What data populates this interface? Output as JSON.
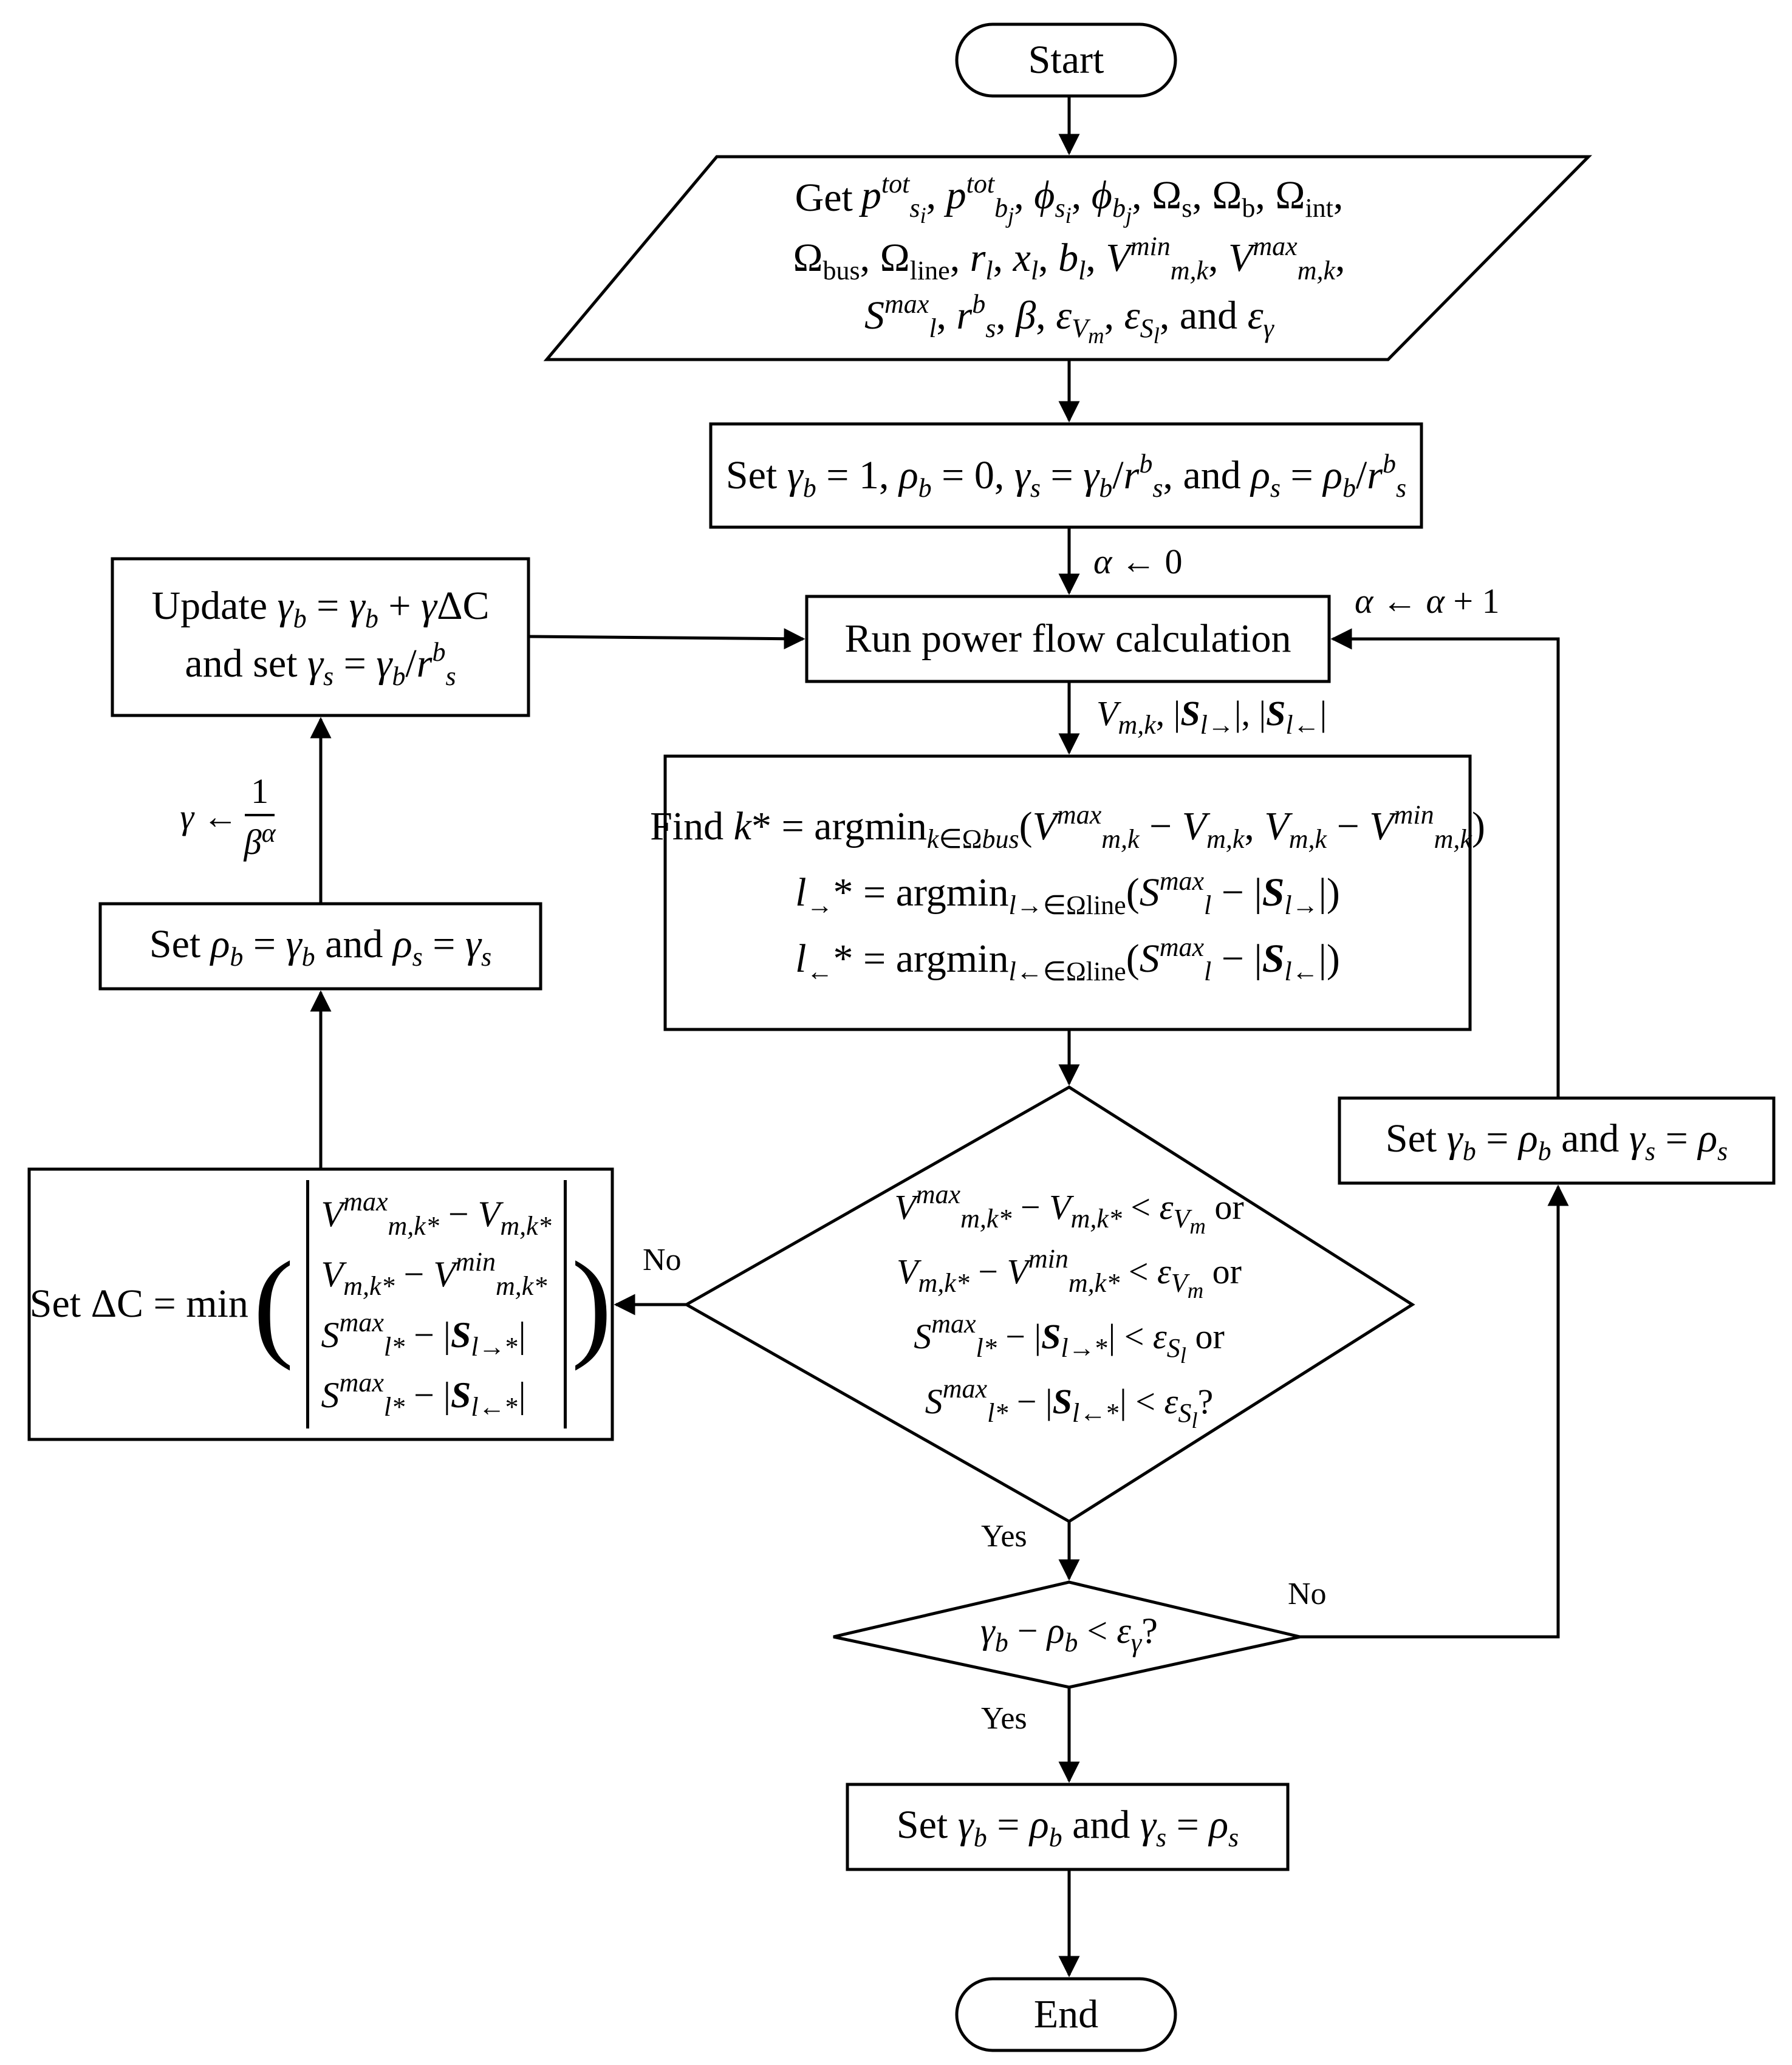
{
  "nodes": {
    "start": "Start",
    "get_prefix": "Get",
    "get_line1": "p_si^tot , p_bj^tot , ϕ_si , ϕ_bj , Ω_s, Ω_b, Ω_int,",
    "get_line2": "Ω_bus, Ω_line, r_l, x_l, b_l, V_m,k^min, V_m,k^max,",
    "get_line3": "S_l^max, r_s^b, β, ε_Vm, ε_Sl, and ε_γ",
    "set_init": "Set γ_b = 1, ρ_b = 0, γ_s = γ_b/r_s^b, and ρ_s = ρ_b/r_s^b",
    "run_pf": "Run power flow calculation",
    "find_line1": "Find k* = argmin_(k∈Ω_bus)(V_m,k^max − V_m,k, V_m,k − V_m,k^min)",
    "find_line2": "l→* = argmin_(l→∈Ω_line)(S_l^max − |S_l→|)",
    "find_line3": "l←* = argmin_(l←∈Ω_line)(S_l^max − |S_l←|)",
    "decision1_line1": "V_m,k*^max − V_m,k* < ε_Vm or",
    "decision1_line2": "V_m,k* − V_m,k*^min < ε_Vm or",
    "decision1_line3": "S_l*^max − |S_l→*| < ε_Sl or",
    "decision1_line4": "S_l*^max − |S_l←*| < ε_Sl?",
    "decision2": "γ_b − ρ_b < ε_γ?",
    "set_final": "Set γ_b = ρ_b and γ_s = ρ_s",
    "end": "End",
    "set_delta_prefix": "Set ΔC = min",
    "delta_row1": "V_m,k*^max − V_m,k*",
    "delta_row2": "V_m,k* − V_m,k*^min",
    "delta_row3": "S_l*^max − |S_l→*|",
    "delta_row4": "S_l*^max − |S_l←*|",
    "set_rho": "Set ρ_b = γ_b and ρ_s = γ_s",
    "update_line1": "Update γ_b = γ_b + γΔC",
    "update_line2": "and set γ_s = γ_b/r_s^b",
    "set_right": "Set γ_b = ρ_b and γ_s = ρ_s"
  },
  "edge_labels": {
    "alpha_init": "α ← 0",
    "alpha_inc": "α ← α + 1",
    "pf_outputs": "V_m,k, |S_l→|, |S_l←|",
    "gamma_update": "γ ← 1/β^α",
    "no1": "No",
    "yes1": "Yes",
    "no2": "No",
    "yes2": "Yes"
  }
}
